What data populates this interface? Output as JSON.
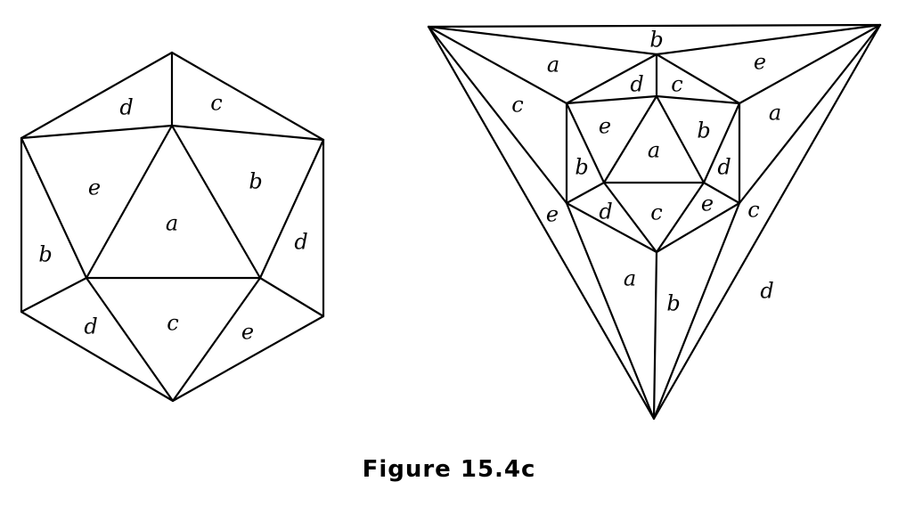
{
  "caption": "Figure 15.4c",
  "left_labels": [
    "d",
    "c",
    "e",
    "b",
    "a",
    "b",
    "d",
    "d",
    "c",
    "e"
  ],
  "right_labels": [
    "b",
    "a",
    "e",
    "c",
    "a",
    "d",
    "c",
    "e",
    "b",
    "a",
    "b",
    "d",
    "e",
    "d",
    "c",
    "e",
    "c",
    "a",
    "b",
    "d"
  ]
}
